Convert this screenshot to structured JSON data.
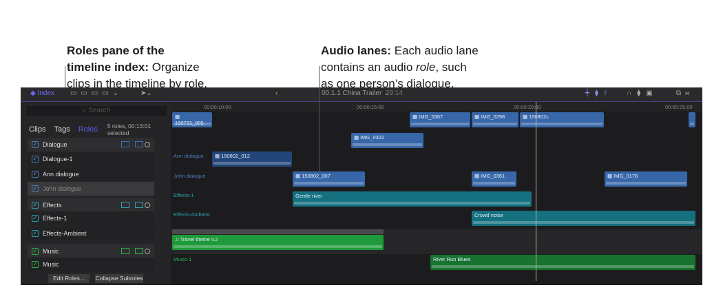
{
  "annotations": {
    "roles_title": "Roles pane of the",
    "roles_title2": "timeline index:",
    "roles_text1": " Organize",
    "roles_text2": "clips in the timeline by role.",
    "lanes_title": "Audio lanes:",
    "lanes_text1": " Each audio lane",
    "lanes_text2a": "contains an audio ",
    "lanes_text2b": "role",
    "lanes_text2c": ", such",
    "lanes_text3": "as one person’s dialogue."
  },
  "toolbar": {
    "index_label": "Index",
    "project": "00.1.1 China Trailer ⌄",
    "duration": "29:14"
  },
  "index": {
    "search_placeholder": "Search",
    "tabs": [
      "Clips",
      "Tags",
      "Roles"
    ],
    "info": "5 roles, 00:13:01 selected",
    "roles": [
      "Dialogue",
      "Dialogue-1",
      "Ann dialogue",
      "John dialogue",
      "Effects",
      "Effects-1",
      "Effects-Ambient",
      "Music",
      "Music"
    ],
    "edit_roles": "Edit Roles...",
    "collapse": "Collapse Subroles"
  },
  "ruler": [
    "00:00:10:00",
    "00:00:15:00",
    "00:00:20:00",
    "00:00:25:00"
  ],
  "lanes": [
    "Ann dialogue",
    "John dialogue",
    "Effects-1",
    "Effects-Ambient",
    "Music-1"
  ],
  "clips": [
    "150731_005",
    "IMG_0367",
    "IMG_0298",
    "150802c",
    "IMG_0322",
    "150802_012",
    "150802_007",
    "IMG_0361",
    "IMG_0176",
    "Gentle river",
    "Crowd noise",
    "Travel theme v.2",
    "River Run Blues"
  ]
}
